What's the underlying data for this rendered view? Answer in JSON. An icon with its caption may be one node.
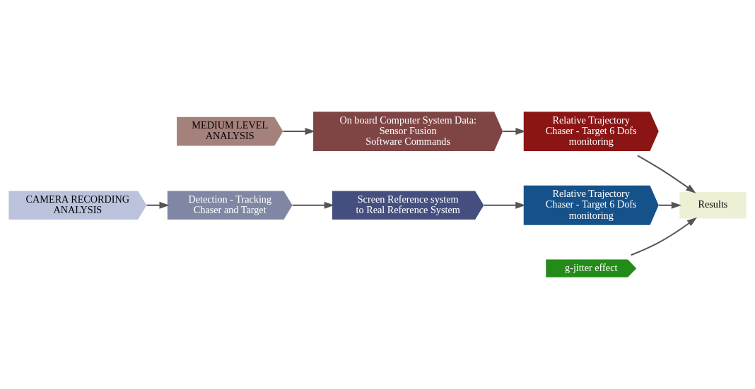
{
  "diagram": {
    "nodes": [
      {
        "text": [
          "MEDIUM LEVEL ANALYSIS"
        ]
      },
      {
        "text": [
          "On board Computer System Data:",
          "Sensor Fusion",
          "Software Commands"
        ]
      },
      {
        "text": [
          "Relative Trajectory Chaser - Target 6 Dofs monitoring"
        ]
      },
      {
        "text": [
          "CAMERA RECORDING ANALYSIS"
        ]
      },
      {
        "text": [
          "Detection - Tracking Chaser and Target"
        ]
      },
      {
        "text": [
          "Screen Reference system to Real Reference System"
        ]
      },
      {
        "text": [
          "Relative Trajectory Chaser - Target 6 Dofs monitoring"
        ]
      },
      {
        "text": [
          "Results"
        ]
      },
      {
        "text": [
          "g-jitter effect"
        ]
      }
    ],
    "edges": [
      {
        "from": 0,
        "to": 1,
        "arrow": "to"
      },
      {
        "from": 1,
        "to": 2,
        "arrow": "to"
      },
      {
        "from": 2,
        "to": 7,
        "arrow": "to"
      },
      {
        "from": 3,
        "to": 4,
        "arrow": "to"
      },
      {
        "from": 4,
        "to": 5,
        "arrow": "to"
      },
      {
        "from": 5,
        "to": 6,
        "arrow": "to"
      },
      {
        "from": 6,
        "to": 7,
        "arrow": "to"
      },
      {
        "from": 8,
        "to": 7,
        "arrow": "to"
      }
    ]
  }
}
